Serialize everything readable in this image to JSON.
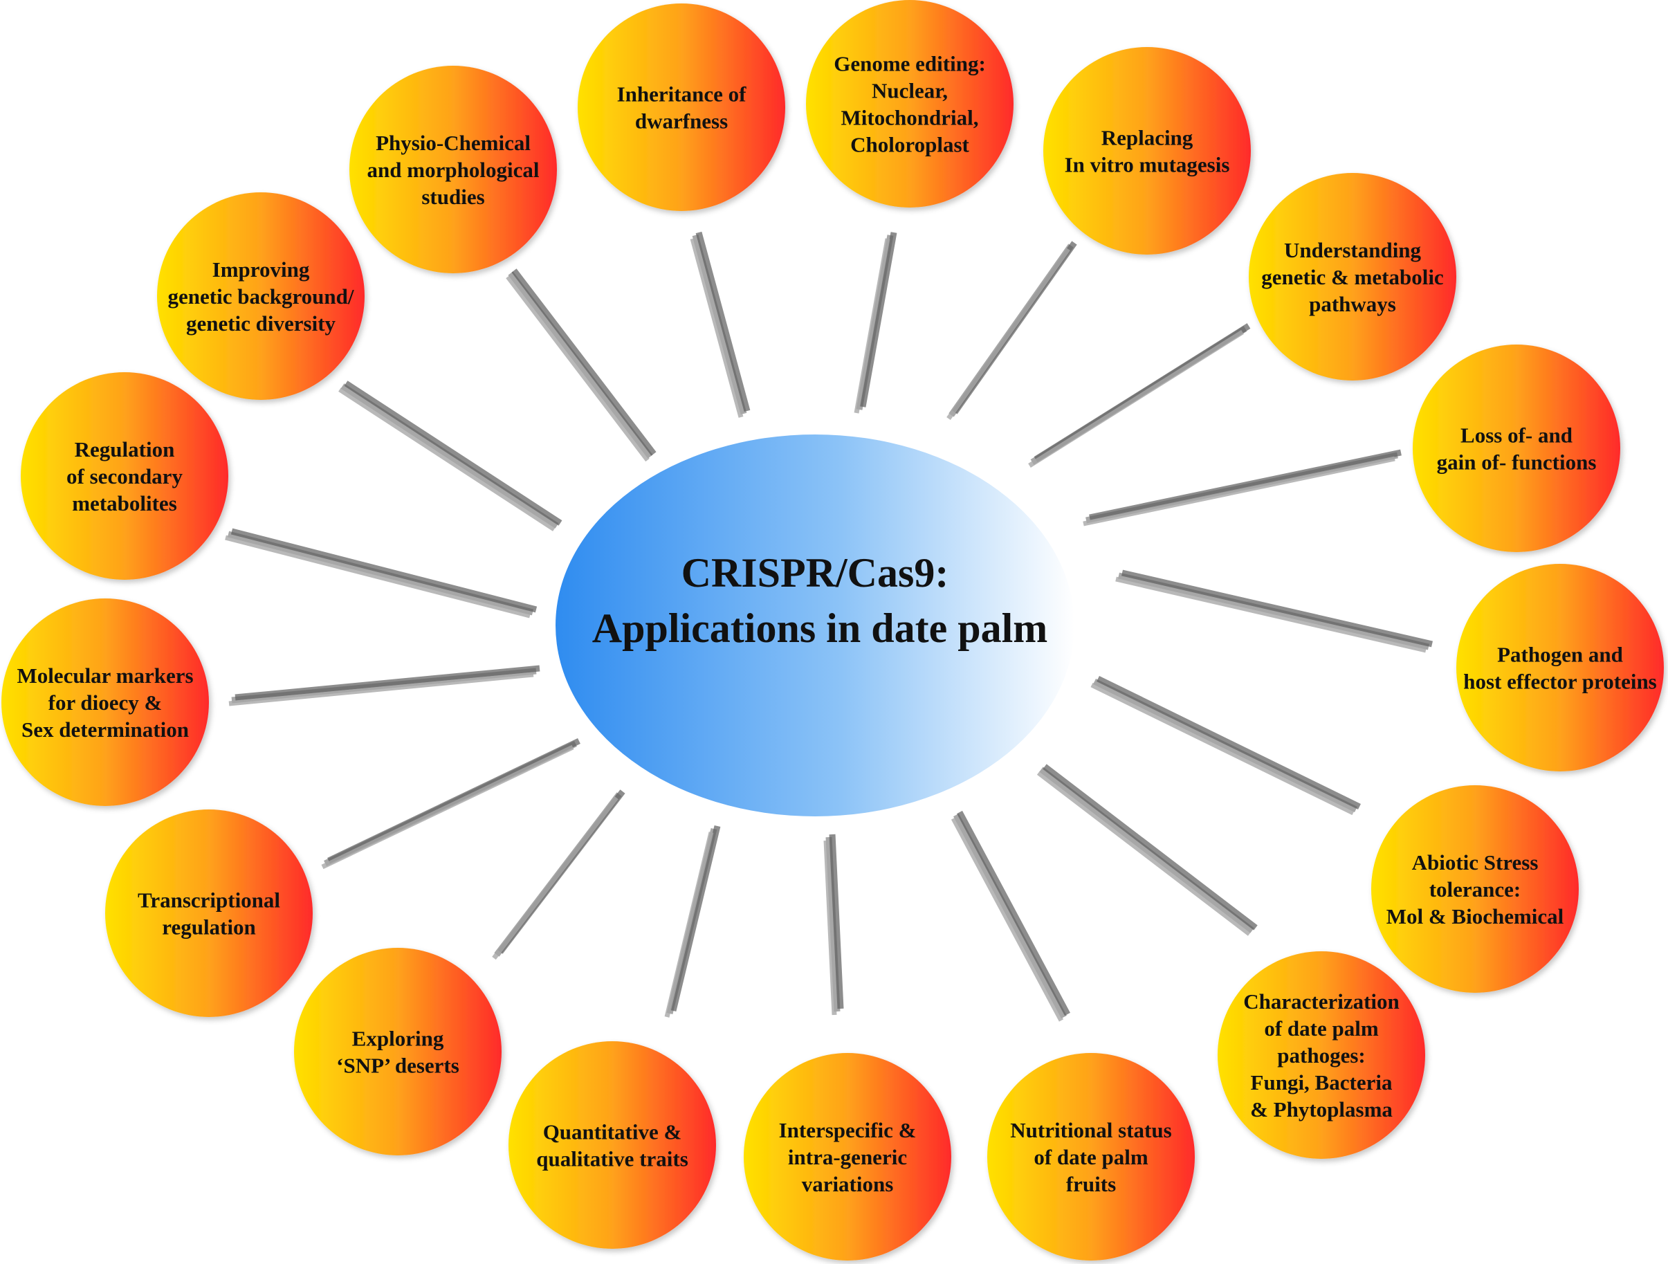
{
  "colors": {
    "node_start": "#ffe100",
    "node_mid": "#ffa21a",
    "node_end": "#ff2a2a",
    "hub_start": "#2f8cf0",
    "hub_end": "#ffffff",
    "spoke": "#6b6b6b"
  },
  "hub": {
    "lines": [
      "CRISPR/Cas9:",
      "Applications in date palm"
    ]
  },
  "nodes": [
    {
      "lines": [
        "Physio-Chemical",
        "and morphological",
        "studies"
      ]
    },
    {
      "lines": [
        "Inheritance of",
        "dwarfness"
      ]
    },
    {
      "lines": [
        "Genome editing:",
        "Nuclear,",
        "Mitochondrial,",
        "Choloroplast"
      ]
    },
    {
      "lines": [
        "Replacing",
        "In vitro mutagesis"
      ]
    },
    {
      "lines": [
        "Understanding",
        "genetic & metabolic",
        "pathways"
      ]
    },
    {
      "lines": [
        "Loss of- and",
        "gain of- functions"
      ]
    },
    {
      "lines": [
        "Pathogen and",
        "host effector proteins"
      ]
    },
    {
      "lines": [
        "Abiotic Stress",
        "tolerance:",
        "Mol & Biochemical"
      ]
    },
    {
      "lines": [
        "Characterization",
        "of date palm",
        "pathoges:",
        "Fungi, Bacteria",
        "& Phytoplasma"
      ]
    },
    {
      "lines": [
        "Nutritional status",
        "of date palm",
        "fruits"
      ]
    },
    {
      "lines": [
        "Interspecific &",
        "intra-generic",
        "variations"
      ]
    },
    {
      "lines": [
        "Quantitative &",
        "qualitative traits"
      ]
    },
    {
      "lines": [
        "Exploring",
        "‘SNP’ deserts"
      ]
    },
    {
      "lines": [
        "Transcriptional",
        "regulation"
      ]
    },
    {
      "lines": [
        "Molecular markers",
        "for dioecy &",
        "Sex determination"
      ]
    },
    {
      "lines": [
        "Regulation",
        "of secondary",
        "metabolites"
      ]
    },
    {
      "lines": [
        "Improving",
        "genetic background/",
        "genetic diversity"
      ]
    }
  ]
}
